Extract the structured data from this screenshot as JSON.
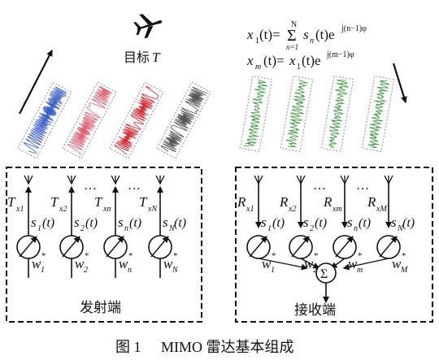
{
  "target": {
    "label": "目标",
    "label_var": "T"
  },
  "equations": {
    "eq1": {
      "lhs": "x",
      "lhs_sub": "1",
      "lhs_arg": "(t)=",
      "sum_top": "N",
      "sum_bottom": "n=1",
      "body": "s",
      "body_sub": "n",
      "body_arg": "(t)e",
      "exp": "j(n−1)φ"
    },
    "eq2": {
      "lhs": "x",
      "lhs_sub": "m",
      "lhs_arg": "(t)=",
      "body": "x",
      "body_sub": "1",
      "body_arg": "(t)e",
      "exp": "j(m−1)φ"
    }
  },
  "transmitter": {
    "label": "发射端",
    "antennas": [
      {
        "T": "T",
        "T_sub": "x1",
        "s": "s",
        "s_sub": "1",
        "w": "w",
        "w_sub": "1",
        "w_sup": "*"
      },
      {
        "T": "T",
        "T_sub": "x2",
        "s": "s",
        "s_sub": "2",
        "w": "w",
        "w_sub": "2",
        "w_sup": "*"
      },
      {
        "T": "T",
        "T_sub": "xn",
        "s": "s",
        "s_sub": "n",
        "w": "w",
        "w_sub": "n",
        "w_sup": "*"
      },
      {
        "T": "T",
        "T_sub": "xN",
        "s": "s",
        "s_sub": "N",
        "w": "w",
        "w_sub": "N",
        "w_sup": "*"
      }
    ],
    "ellipsis": "…"
  },
  "receiver": {
    "label": "接收端",
    "sum_symbol": "Σ",
    "antennas": [
      {
        "R": "R",
        "R_sub": "x1",
        "s": "s",
        "s_sub": "1",
        "w": "w",
        "w_sub": "1",
        "w_sup": "*"
      },
      {
        "R": "R",
        "R_sub": "x2",
        "s": "s",
        "s_sub": "2",
        "w": "w",
        "w_sub": "2",
        "w_sup": "*"
      },
      {
        "R": "R",
        "R_sub": "xm",
        "s": "s",
        "s_sub": "n",
        "w": "w",
        "w_sub": "m",
        "w_sup": "*"
      },
      {
        "R": "R",
        "R_sub": "xM",
        "s": "s",
        "s_sub": "N",
        "w": "w",
        "w_sub": "M",
        "w_sup": "*"
      }
    ],
    "ellipsis": "…"
  },
  "t_arg": "(t)",
  "caption": {
    "fig": "图 1",
    "text": "MIMO 雷达基本组成"
  },
  "colors": {
    "ink": "#111111",
    "tx_wave_1": "#3a5fcd",
    "tx_wave_2": "#e06070",
    "tx_wave_3": "#d8262f",
    "tx_wave_4": "#555555",
    "rx_wave": "#3a9a3a"
  }
}
